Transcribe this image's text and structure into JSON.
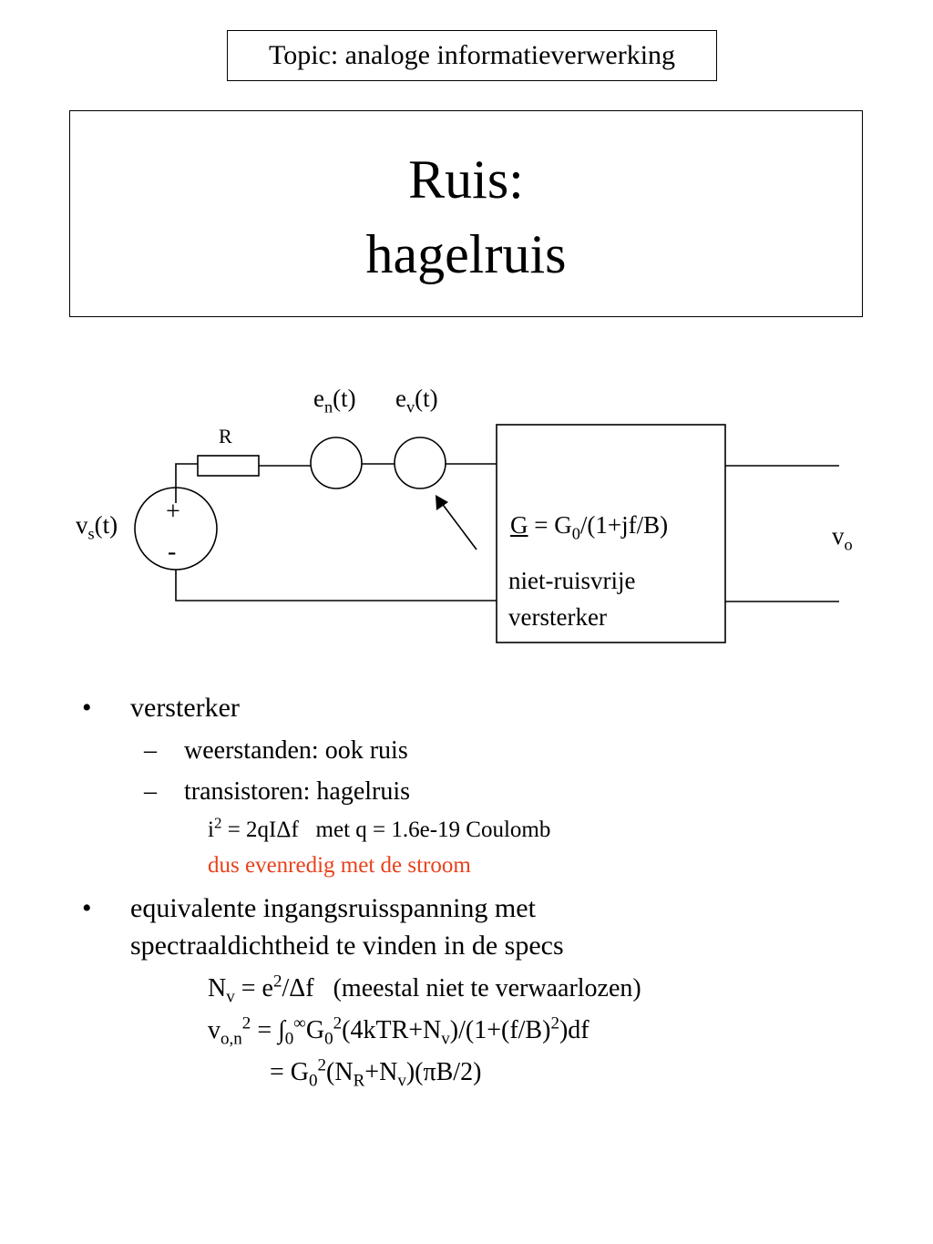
{
  "topic": "Topic: analoge informatieverwerking",
  "title": {
    "line1": "Ruis:",
    "line2": "hagelruis"
  },
  "circuit": {
    "resistor_label": "R",
    "source_label": "v",
    "source_sub": "s",
    "source_suffix": "(t)",
    "plus": "+",
    "minus": "-",
    "en_label": "e",
    "en_sub": "n",
    "en_suffix": "(t)",
    "ev_label": "e",
    "ev_sub": "v",
    "ev_suffix": "(t)",
    "gain_symbol": "G",
    "gain_mid": " = G",
    "gain_sub": "0",
    "gain_rest": "/(1+jf/B)",
    "amp_line1": "niet-ruisvrije",
    "amp_line2": "versterker",
    "out_label": "v",
    "out_sub": "o"
  },
  "bullets": {
    "b1_marker": "•",
    "b1": "versterker",
    "sub_marker": "–",
    "s1": "weerstanden: ook ruis",
    "s2": "transistoren: hagelruis",
    "f1_a": "i",
    "f1_sup": "2",
    "f1_b": " = 2qIΔf   met q = 1.6e-19 Coulomb",
    "f2": "dus evenredig met de stroom",
    "b2_marker": "•",
    "b2_line1": "equivalente ingangsruisspanning met",
    "b2_line2": "spectraaldichtheid te vinden in de specs"
  },
  "formulas": {
    "nv": [
      "N",
      "v",
      " = e",
      "2",
      "/Δf   (meestal niet te verwaarlozen)"
    ],
    "von": [
      "v",
      "o,n",
      "2",
      " = ∫",
      "0",
      "∞",
      "G",
      "0",
      "2",
      "(4kTR+N",
      "v",
      ")/(1+(f/B)",
      "2",
      ")df"
    ],
    "result": [
      "= G",
      "0",
      "2",
      "(N",
      "R",
      "+N",
      "v",
      ")(πB/2)"
    ]
  },
  "colors": {
    "highlight": "#e8421c",
    "line": "#000000"
  }
}
